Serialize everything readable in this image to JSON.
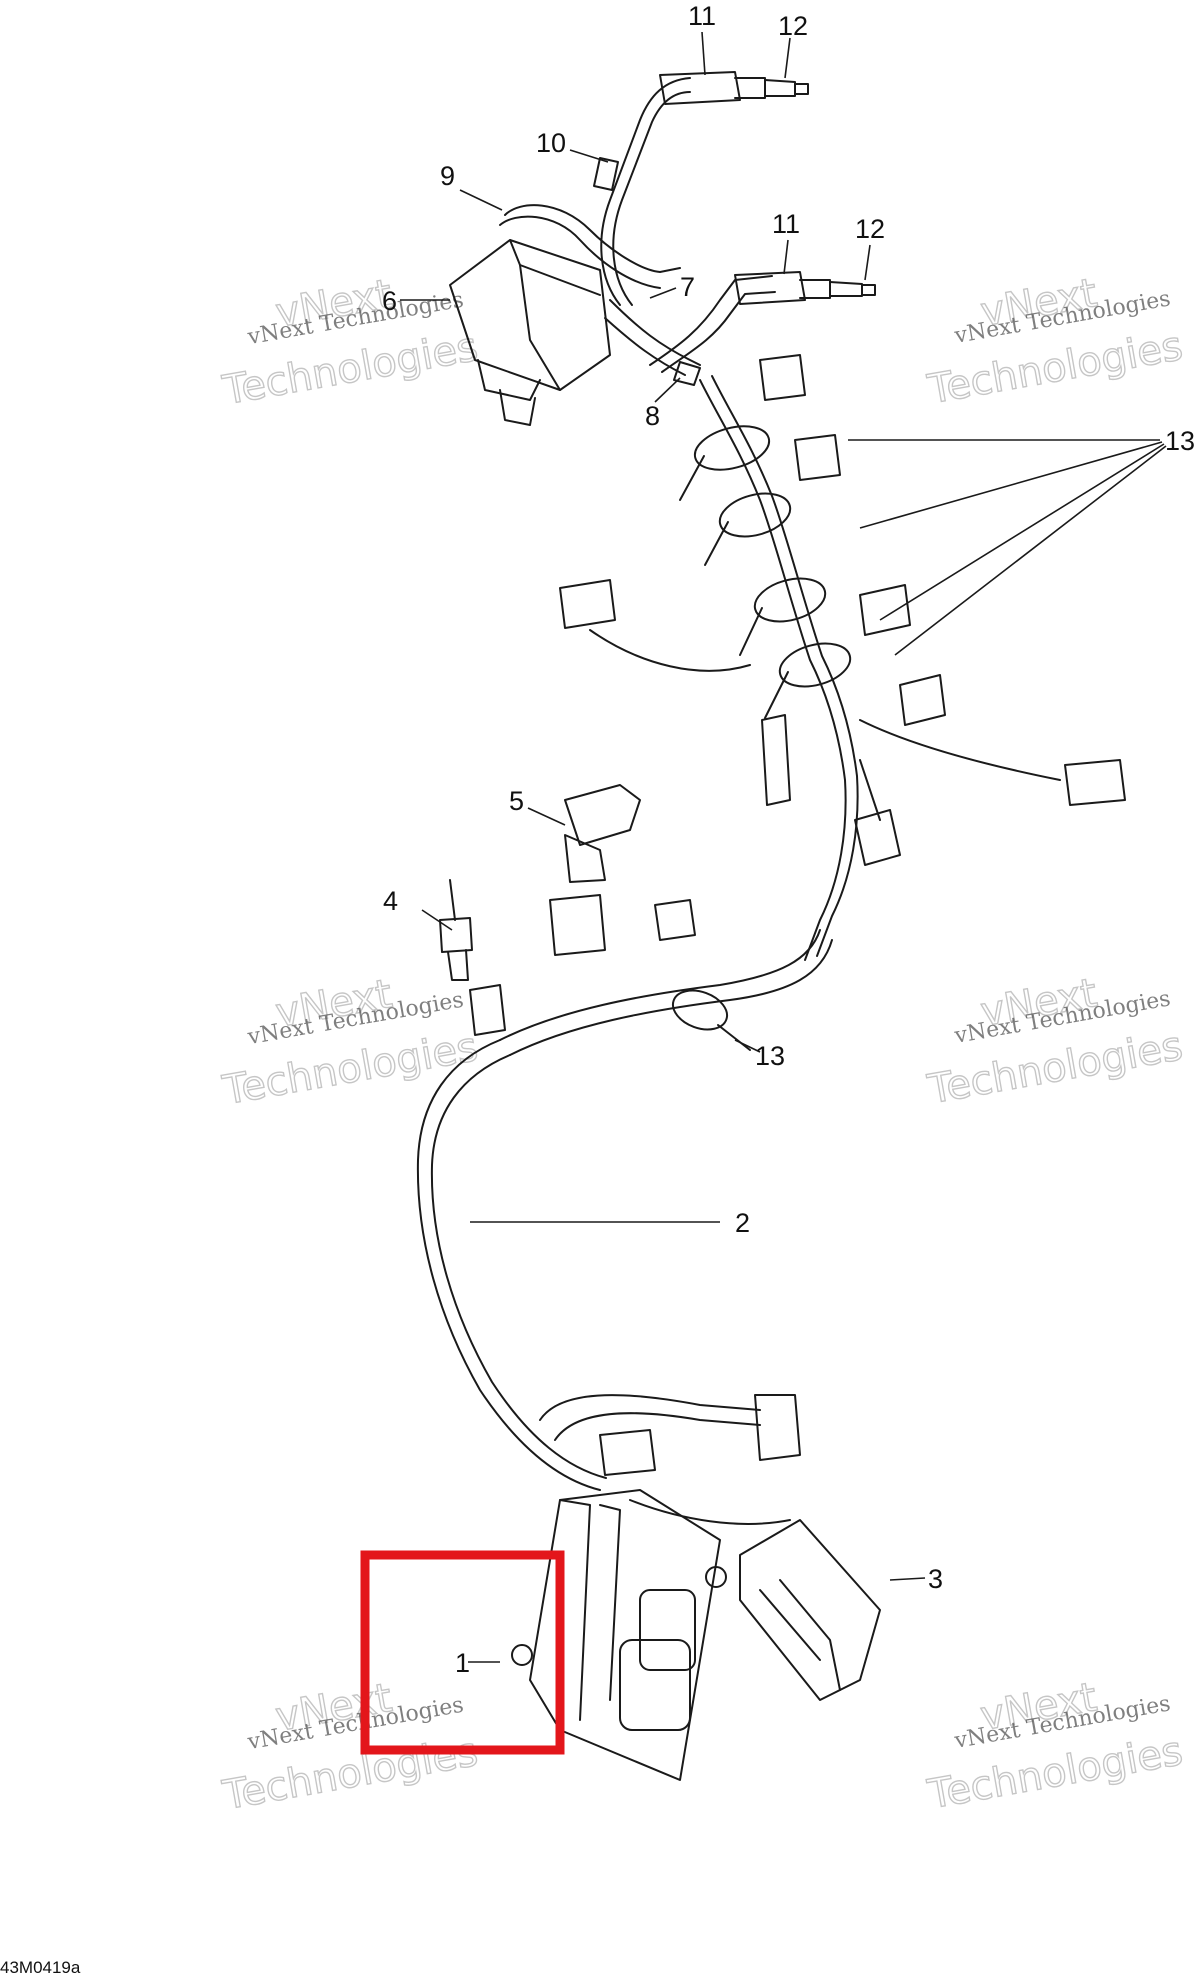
{
  "callouts": [
    {
      "id": "1",
      "label": "1"
    },
    {
      "id": "2",
      "label": "2"
    },
    {
      "id": "3",
      "label": "3"
    },
    {
      "id": "4",
      "label": "4"
    },
    {
      "id": "5",
      "label": "5"
    },
    {
      "id": "6",
      "label": "6"
    },
    {
      "id": "7",
      "label": "7"
    },
    {
      "id": "8",
      "label": "8"
    },
    {
      "id": "9",
      "label": "9"
    },
    {
      "id": "10",
      "label": "10"
    },
    {
      "id": "11a",
      "label": "11"
    },
    {
      "id": "11b",
      "label": "11"
    },
    {
      "id": "12a",
      "label": "12"
    },
    {
      "id": "12b",
      "label": "12"
    },
    {
      "id": "13a",
      "label": "13"
    },
    {
      "id": "13b",
      "label": "13"
    }
  ],
  "watermark": {
    "line1": "vNext Technologies",
    "line2": "vNext",
    "line3": "Technologies"
  },
  "figure_code": "43M0419a",
  "highlight_color": "#e3161b"
}
